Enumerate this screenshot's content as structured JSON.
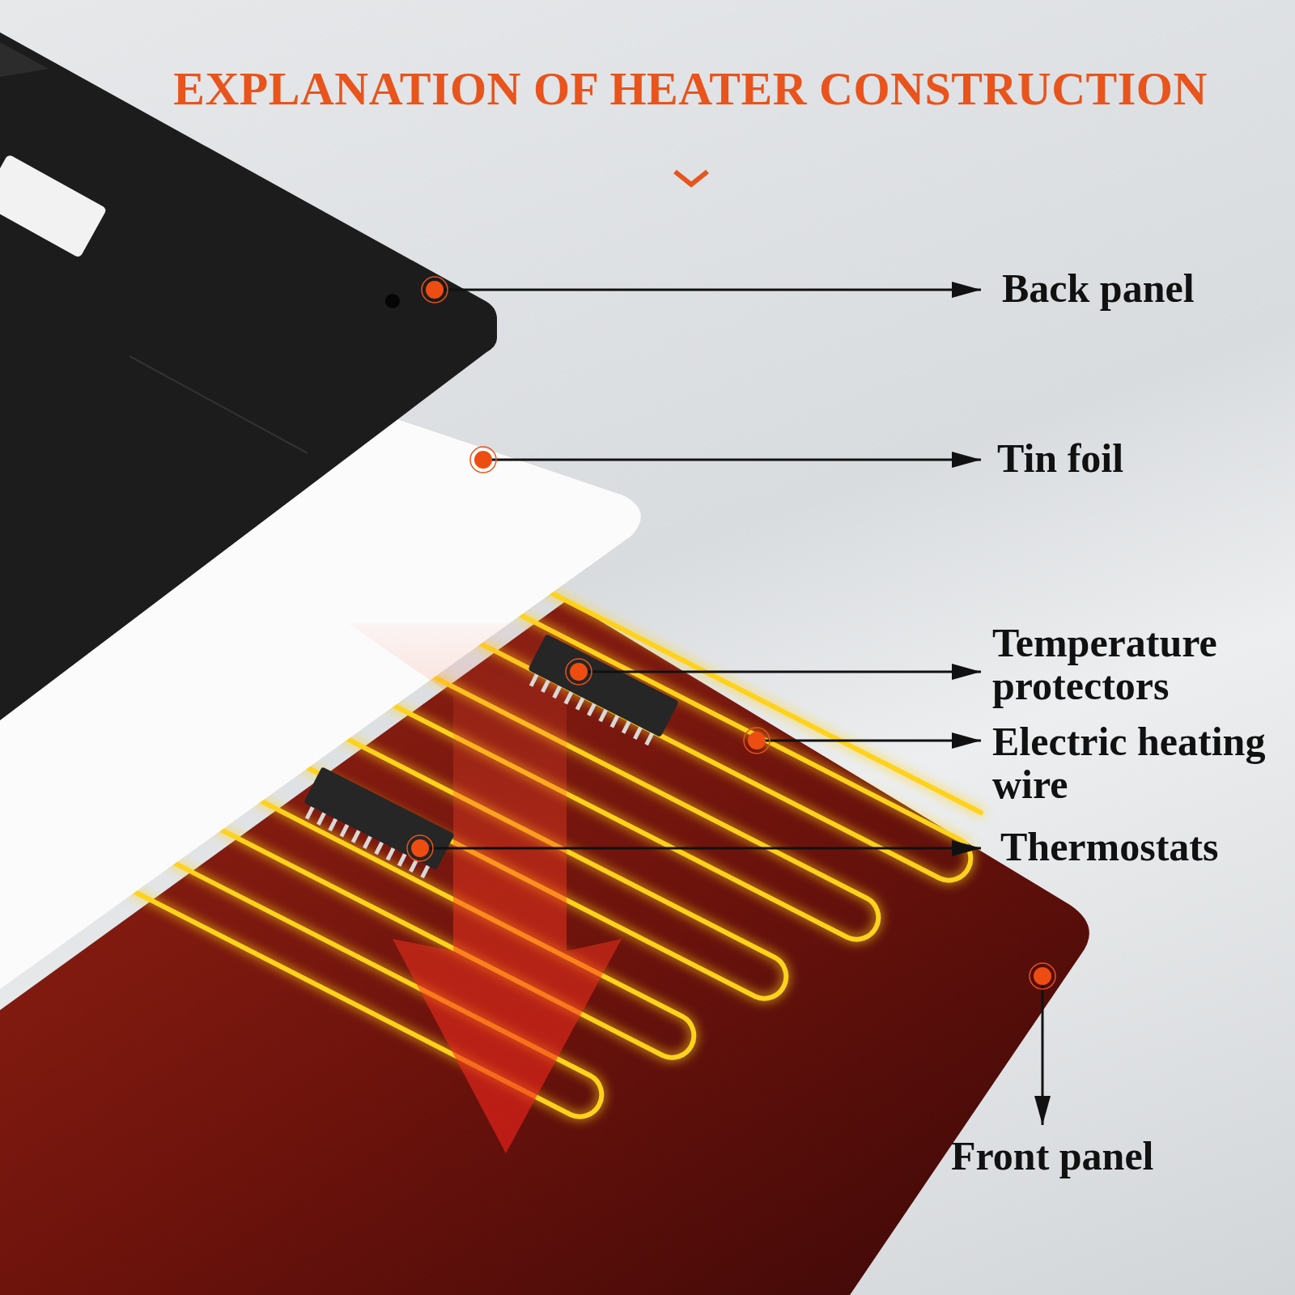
{
  "diagram": {
    "title": "EXPLANATION OF HEATER CONSTRUCTION",
    "labels": [
      "Back panel",
      "Tin foil",
      "Temperature protectors",
      "Electric heating wire",
      "Thermostats",
      "Front panel"
    ]
  }
}
